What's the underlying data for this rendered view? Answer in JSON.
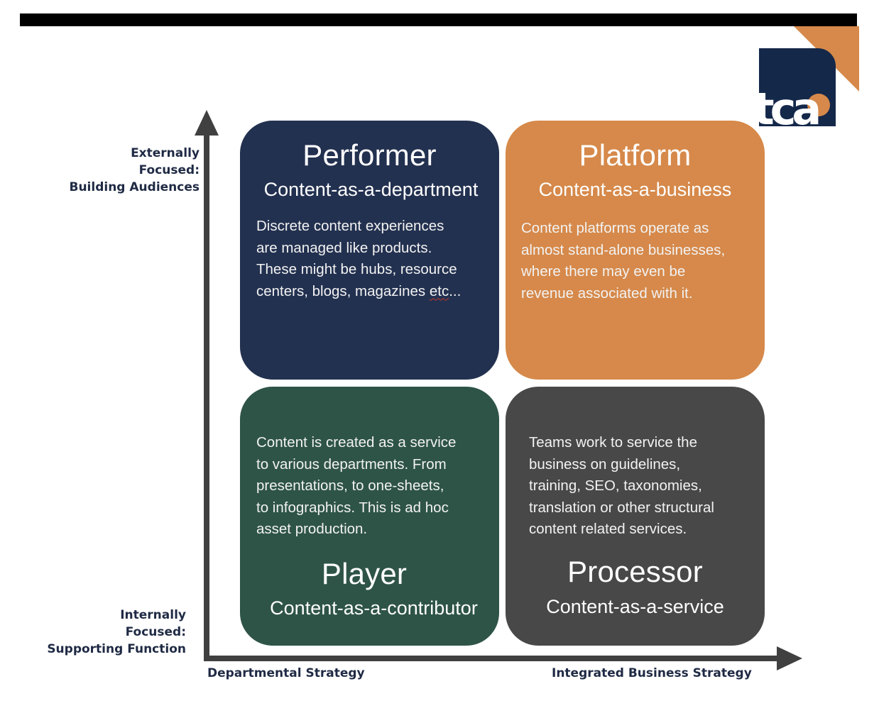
{
  "logo": {
    "text": "tca",
    "brand_navy": "#14284a",
    "brand_orange": "#d6894a"
  },
  "axes": {
    "y_axis": {
      "top_label_lines": [
        "Externally",
        "Focused:",
        "Building Audiences"
      ],
      "bottom_label_lines": [
        "Internally",
        "Focused:",
        "Supporting Function"
      ]
    },
    "x_axis": {
      "left_label": "Departmental Strategy",
      "right_label": "Integrated Business Strategy"
    },
    "color": "#404040",
    "label_color": "#1f2a44"
  },
  "quadrants": [
    {
      "id": "performer",
      "title": "Performer",
      "subtitle": "Content-as-a-department",
      "description_lines": [
        "Discrete content experiences",
        "are managed like products.",
        "These might be hubs, resource",
        "centers, blogs, magazines "
      ],
      "description_tail": "etc",
      "description_end": "...",
      "color": "#233150"
    },
    {
      "id": "platform",
      "title": "Platform",
      "subtitle": "Content-as-a-business",
      "description_lines": [
        "Content platforms operate as",
        "almost stand-alone businesses,",
        "where there may even be",
        "revenue associated with it."
      ],
      "color": "#d6894a"
    },
    {
      "id": "player",
      "title": "Player",
      "subtitle": "Content-as-a-contributor",
      "description_lines": [
        "Content is created as a service",
        "to various departments. From",
        "presentations, to one-sheets,",
        "to infographics. This is ad hoc",
        "asset production."
      ],
      "color": "#2e5447"
    },
    {
      "id": "processor",
      "title": "Processor",
      "subtitle": "Content-as-a-service",
      "description_lines": [
        "Teams work to service the",
        "business on guidelines,",
        "training, SEO, taxonomies,",
        "translation or other structural",
        "content related services."
      ],
      "color": "#484848"
    }
  ]
}
